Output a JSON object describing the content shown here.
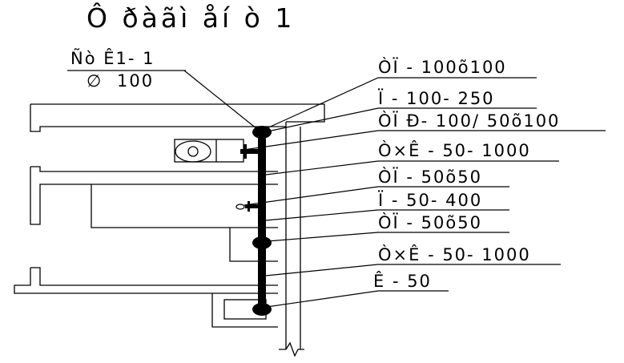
{
  "drawing": {
    "title": "Ô ðàãì åí ò  1",
    "node_mark": "Ñò  Ê1- 1",
    "diameter_symbol": "∅",
    "diameter_value": "100",
    "labels": [
      "ÒÏ  - 100õ100",
      "Ï  - 100- 250",
      "ÒÏ  Ð- 100/  50õ100",
      "Ò×Ê - 50- 1000",
      "ÒÏ  - 50õ50",
      "Ï  - 50- 400",
      "ÒÏ  - 50õ50",
      "Ò×Ê - 50- 1000",
      "Ê - 50"
    ],
    "line_color": "#000000",
    "pipe_color": "#000000"
  }
}
